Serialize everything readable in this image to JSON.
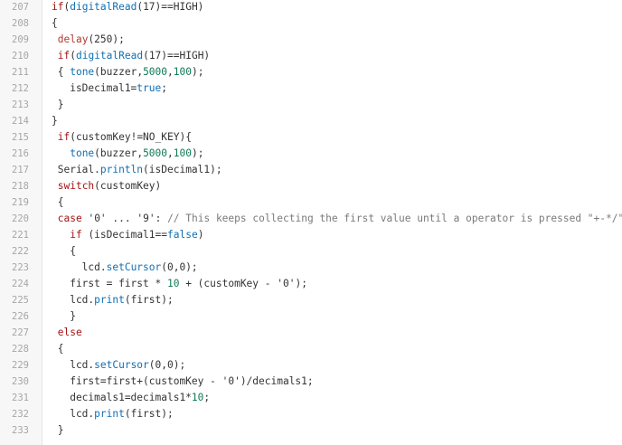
{
  "editor": {
    "lines": [
      {
        "number": "207",
        "tokens": [
          {
            "t": "if",
            "c": "kw"
          },
          {
            "t": "(",
            "c": "plain"
          },
          {
            "t": "digitalRead",
            "c": "ty"
          },
          {
            "t": "(17)==HIGH)",
            "c": "plain"
          }
        ]
      },
      {
        "number": "208",
        "tokens": [
          {
            "t": "{",
            "c": "plain"
          }
        ]
      },
      {
        "number": "209",
        "tokens": [
          {
            "t": " ",
            "c": "plain"
          },
          {
            "t": "delay",
            "c": "fn"
          },
          {
            "t": "(250);",
            "c": "plain"
          }
        ]
      },
      {
        "number": "210",
        "tokens": [
          {
            "t": " ",
            "c": "plain"
          },
          {
            "t": "if",
            "c": "kw"
          },
          {
            "t": "(",
            "c": "plain"
          },
          {
            "t": "digitalRead",
            "c": "ty"
          },
          {
            "t": "(17)==HIGH)",
            "c": "plain"
          }
        ]
      },
      {
        "number": "211",
        "tokens": [
          {
            "t": " { ",
            "c": "plain"
          },
          {
            "t": "tone",
            "c": "ty"
          },
          {
            "t": "(buzzer,",
            "c": "plain"
          },
          {
            "t": "5000",
            "c": "num"
          },
          {
            "t": ",",
            "c": "plain"
          },
          {
            "t": "100",
            "c": "num"
          },
          {
            "t": ");",
            "c": "plain"
          }
        ]
      },
      {
        "number": "212",
        "tokens": [
          {
            "t": "   isDecimal1=",
            "c": "plain"
          },
          {
            "t": "true",
            "c": "lit"
          },
          {
            "t": ";",
            "c": "plain"
          }
        ]
      },
      {
        "number": "213",
        "tokens": [
          {
            "t": " }",
            "c": "plain"
          }
        ]
      },
      {
        "number": "214",
        "tokens": [
          {
            "t": "}",
            "c": "plain"
          }
        ]
      },
      {
        "number": "215",
        "tokens": [
          {
            "t": " ",
            "c": "plain"
          },
          {
            "t": "if",
            "c": "kw"
          },
          {
            "t": "(customKey!=NO_KEY){",
            "c": "plain"
          }
        ]
      },
      {
        "number": "216",
        "tokens": [
          {
            "t": "   ",
            "c": "plain"
          },
          {
            "t": "tone",
            "c": "ty"
          },
          {
            "t": "(buzzer,",
            "c": "plain"
          },
          {
            "t": "5000",
            "c": "num"
          },
          {
            "t": ",",
            "c": "plain"
          },
          {
            "t": "100",
            "c": "num"
          },
          {
            "t": ");",
            "c": "plain"
          }
        ]
      },
      {
        "number": "217",
        "tokens": [
          {
            "t": " Serial.",
            "c": "plain"
          },
          {
            "t": "println",
            "c": "ty"
          },
          {
            "t": "(isDecimal1);",
            "c": "plain"
          }
        ]
      },
      {
        "number": "218",
        "tokens": [
          {
            "t": " ",
            "c": "plain"
          },
          {
            "t": "switch",
            "c": "kw"
          },
          {
            "t": "(customKey)",
            "c": "plain"
          }
        ]
      },
      {
        "number": "219",
        "tokens": [
          {
            "t": " {",
            "c": "plain"
          }
        ]
      },
      {
        "number": "220",
        "tokens": [
          {
            "t": " ",
            "c": "plain"
          },
          {
            "t": "case",
            "c": "kw"
          },
          {
            "t": " ",
            "c": "plain"
          },
          {
            "t": "'0'",
            "c": "str"
          },
          {
            "t": " ... ",
            "c": "plain"
          },
          {
            "t": "'9'",
            "c": "str"
          },
          {
            "t": ": ",
            "c": "plain"
          },
          {
            "t": "// This keeps collecting the first value until a operator is pressed \"+-*/\"",
            "c": "cm"
          }
        ]
      },
      {
        "number": "221",
        "tokens": [
          {
            "t": "   ",
            "c": "plain"
          },
          {
            "t": "if",
            "c": "kw"
          },
          {
            "t": " (isDecimal1==",
            "c": "plain"
          },
          {
            "t": "false",
            "c": "lit"
          },
          {
            "t": ")",
            "c": "plain"
          }
        ]
      },
      {
        "number": "222",
        "tokens": [
          {
            "t": "   {",
            "c": "plain"
          }
        ]
      },
      {
        "number": "223",
        "tokens": [
          {
            "t": "     lcd.",
            "c": "plain"
          },
          {
            "t": "setCursor",
            "c": "ty"
          },
          {
            "t": "(0,0);",
            "c": "plain"
          }
        ]
      },
      {
        "number": "224",
        "tokens": [
          {
            "t": "   first = first * ",
            "c": "plain"
          },
          {
            "t": "10",
            "c": "num"
          },
          {
            "t": " + (customKey - ",
            "c": "plain"
          },
          {
            "t": "'0'",
            "c": "str"
          },
          {
            "t": ");",
            "c": "plain"
          }
        ]
      },
      {
        "number": "225",
        "tokens": [
          {
            "t": "   lcd.",
            "c": "plain"
          },
          {
            "t": "print",
            "c": "ty"
          },
          {
            "t": "(first);",
            "c": "plain"
          }
        ]
      },
      {
        "number": "226",
        "tokens": [
          {
            "t": "   }",
            "c": "plain"
          }
        ]
      },
      {
        "number": "227",
        "tokens": [
          {
            "t": " ",
            "c": "plain"
          },
          {
            "t": "else",
            "c": "kw"
          }
        ]
      },
      {
        "number": "228",
        "tokens": [
          {
            "t": " {",
            "c": "plain"
          }
        ]
      },
      {
        "number": "229",
        "tokens": [
          {
            "t": "   lcd.",
            "c": "plain"
          },
          {
            "t": "setCursor",
            "c": "ty"
          },
          {
            "t": "(0,0);",
            "c": "plain"
          }
        ]
      },
      {
        "number": "230",
        "tokens": [
          {
            "t": "   first=first+(customKey - ",
            "c": "plain"
          },
          {
            "t": "'0'",
            "c": "str"
          },
          {
            "t": ")/decimals1;",
            "c": "plain"
          }
        ]
      },
      {
        "number": "231",
        "tokens": [
          {
            "t": "   decimals1=decimals1*",
            "c": "plain"
          },
          {
            "t": "10",
            "c": "num"
          },
          {
            "t": ";",
            "c": "plain"
          }
        ]
      },
      {
        "number": "232",
        "tokens": [
          {
            "t": "   lcd.",
            "c": "plain"
          },
          {
            "t": "print",
            "c": "ty"
          },
          {
            "t": "(first);",
            "c": "plain"
          }
        ]
      },
      {
        "number": "233",
        "tokens": [
          {
            "t": " }",
            "c": "plain"
          }
        ]
      }
    ]
  }
}
